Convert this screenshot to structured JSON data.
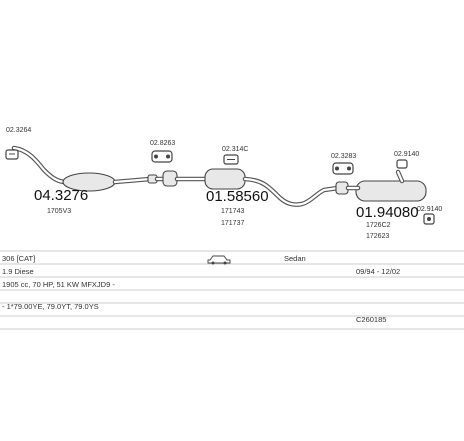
{
  "parts": {
    "clip_top_left": "02.3264",
    "front_pipe_cat_code": "04.3276",
    "front_pipe_cat_sub": "1705V3",
    "clamp_a": "02.8263",
    "clamp_b": "02.314C",
    "middle_silencer_code": "01.58560",
    "middle_silencer_sub1": "171743",
    "middle_silencer_sub2": "171737",
    "clamp_c": "02.3283",
    "rubber_d": "02.9140",
    "rear_silencer_code": "01.94080",
    "rear_silencer_sub1": "1726C2",
    "rear_silencer_sub2": "172623",
    "rubber_e": "02.9140"
  },
  "info": {
    "model": "306 [CAT]",
    "body": "Sedan",
    "engine": "1.9 Diese",
    "years": "09/94 - 12/02",
    "spec": "1905 cc, 70 HP, 51 KW MFXJD9 -",
    "oem": "- 1*79.00YE, 79.0YT, 79.0YS",
    "ref": "C260185"
  },
  "icons": {
    "car": "car-icon",
    "clamp": "clamp-icon",
    "hanger": "rubber-hanger-icon"
  }
}
